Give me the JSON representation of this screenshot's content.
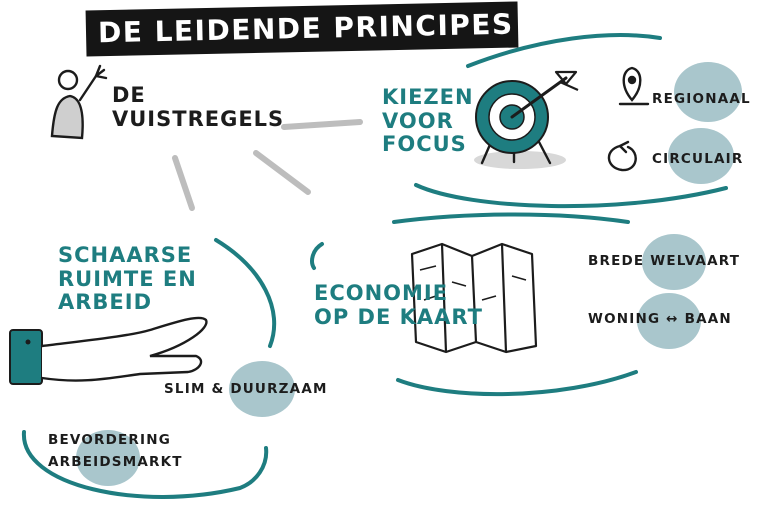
{
  "title": "DE LEIDENDE PRINCIPES",
  "colors": {
    "teal": "#1e7d80",
    "blob": "#a9c6cc",
    "ink": "#1c1c1c",
    "grey_connector": "#bdbdbd"
  },
  "icons": [
    "person-waving-icon",
    "target-with-arrow-icon",
    "location-pin-icon",
    "circular-arrow-icon",
    "folded-map-icon",
    "open-hand-icon"
  ],
  "nodes": {
    "vuistregels": {
      "line1": "DE",
      "line2": "VUISTREGELS"
    },
    "focus": {
      "line1": "KIEZEN",
      "line2": "VOOR",
      "line3": "FOCUS"
    },
    "regionaal": "REGIONAAL",
    "circulair": "CIRCULAIR",
    "schaarse": {
      "line1": "SCHAARSE",
      "line2": "RUIMTE EN",
      "line3": "ARBEID"
    },
    "slim": "SLIM & DUURZAAM",
    "bevordering": {
      "line1": "BEVORDERING",
      "line2": "ARBEIDSMARKT"
    },
    "economie": {
      "line1": "ECONOMIE",
      "line2": "OP DE KAART"
    },
    "brede": "BREDE WELVAART",
    "woning": "WONING ↔ BAAN"
  }
}
